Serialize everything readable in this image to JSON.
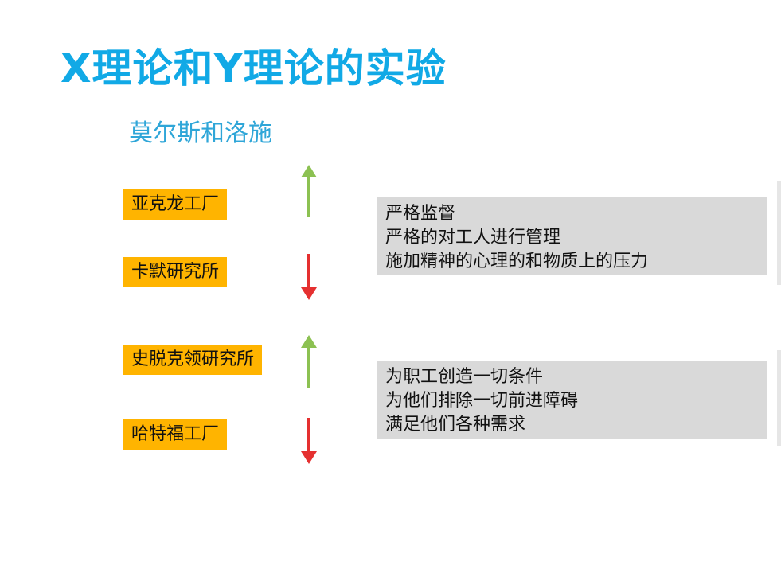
{
  "slide": {
    "title": "X理论和Y理论的实验",
    "subtitle": "莫尔斯和洛施"
  },
  "companies": [
    {
      "label": "亚克龙工厂",
      "arrow": "up",
      "arrow_color": "#8cc152"
    },
    {
      "label": "卡默研究所",
      "arrow": "down",
      "arrow_color": "#e53030"
    },
    {
      "label": "史脱克领研究所",
      "arrow": "up",
      "arrow_color": "#8cc152"
    },
    {
      "label": "哈特福工厂",
      "arrow": "down",
      "arrow_color": "#e53030"
    }
  ],
  "boxes": [
    {
      "lines": [
        "严格监督",
        "严格的对工人进行管理",
        "施加精神的心理的和物质上的压力"
      ]
    },
    {
      "lines": [
        "为职工创造一切条件",
        "为他们排除一切前进障碍",
        "满足他们各种需求"
      ]
    }
  ],
  "colors": {
    "title": "#11a9e6",
    "subtitle": "#2fa6d8",
    "tag_background": "#ffb400",
    "box_background": "#d9d9d9",
    "arrow_up": "#8cc152",
    "arrow_down": "#e53030"
  }
}
